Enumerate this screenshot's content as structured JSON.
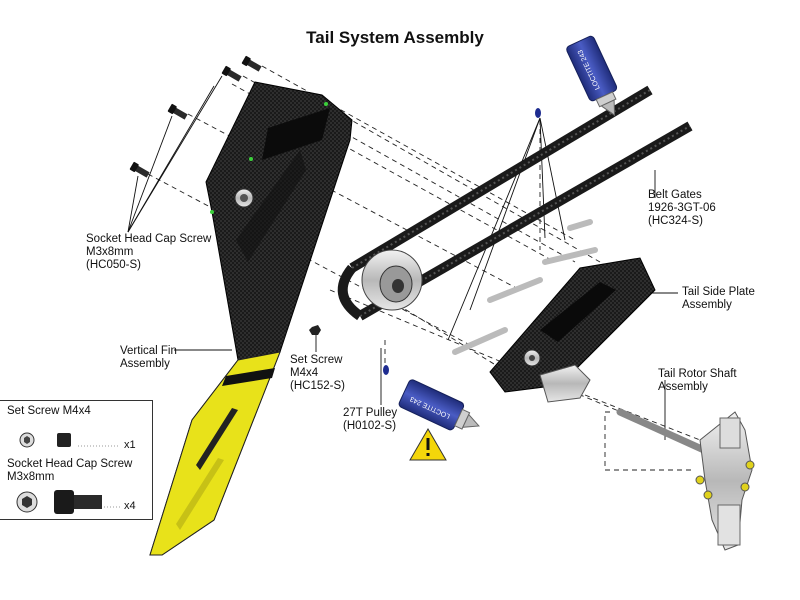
{
  "title": "Tail System Assembly",
  "labels": {
    "socket_screw": [
      "Socket Head Cap Screw",
      "M3x8mm",
      "(HC050-S)"
    ],
    "vertical_fin": [
      "Vertical Fin",
      "Assembly"
    ],
    "set_screw": [
      "Set Screw",
      "M4x4",
      "(HC152-S)"
    ],
    "pulley": [
      "27T Pulley",
      "(H0102-S)"
    ],
    "belt": [
      "Belt Gates",
      "1926-3GT-06",
      "(HC324-S)"
    ],
    "side_plate": [
      "Tail Side Plate",
      "Assembly"
    ],
    "shaft": [
      "Tail Rotor Shaft",
      "Assembly"
    ]
  },
  "loctite_label": "LOCTITE 243",
  "legend": {
    "set_screw_title": "Set Screw M4x4",
    "set_screw_qty": "x1",
    "socket_title": [
      "Socket Head Cap Screw",
      "M3x8mm"
    ],
    "socket_qty": "x4"
  },
  "colors": {
    "carbon": "#1c1c1c",
    "fin_yellow": "#e8e21a",
    "loctite_blue": "#2e3f9a",
    "warning_yellow": "#f4d60a",
    "metal": "#c8c8c8"
  }
}
